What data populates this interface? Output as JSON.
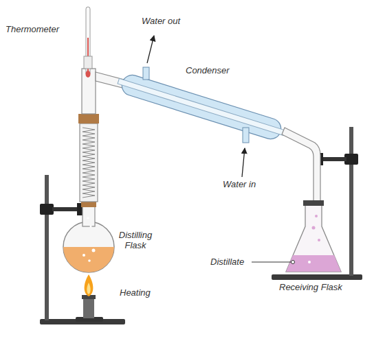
{
  "diagram": {
    "labels": [
      "Thermometer",
      "Water out",
      "Condenser",
      "Water in",
      "Distilling Flask",
      "Heating",
      "Distillate",
      "Receiving Flask"
    ]
  }
}
